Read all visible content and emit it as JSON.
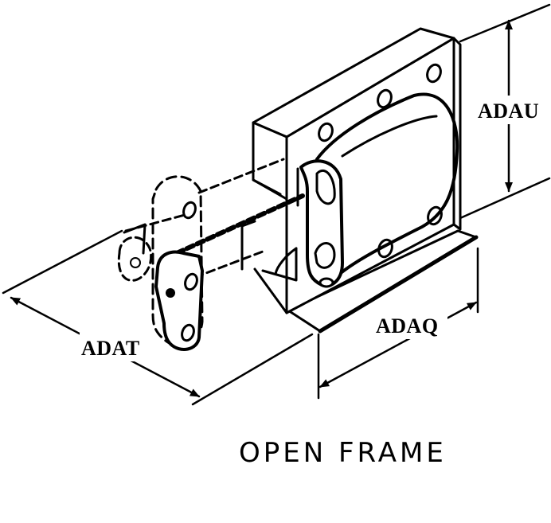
{
  "dimensions": {
    "height_label": "ADAU",
    "length_label": "ADAT",
    "width_label": "ADAQ"
  },
  "caption": "OPEN FRAME",
  "colors": {
    "ink": "#000000",
    "paper": "#ffffff"
  }
}
